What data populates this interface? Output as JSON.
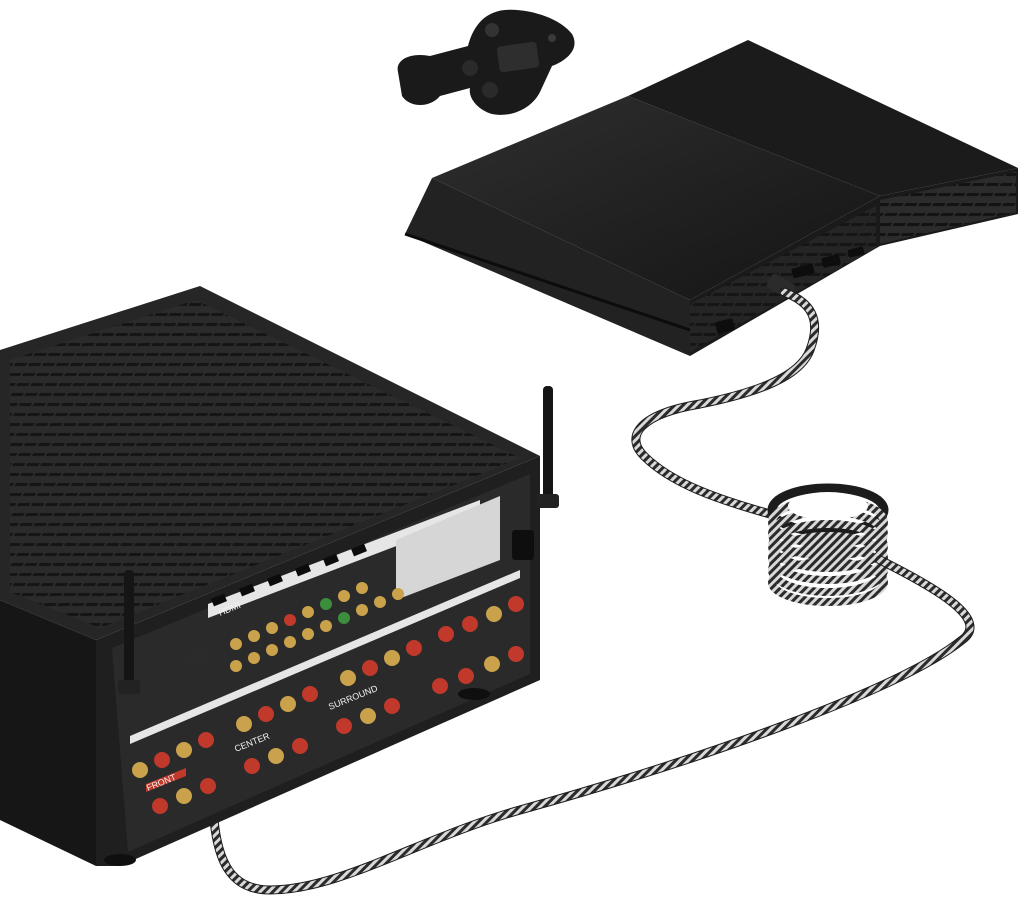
{
  "scene": {
    "labels": {
      "front_channel": "FRONT",
      "center_channel": "CENTER",
      "surround_channel": "SURROUND",
      "hdmi_input": "HDMI"
    },
    "colors": {
      "background": "#ffffff",
      "device_body": "#1f1f1f",
      "device_highlight": "#3a3a3a",
      "rear_panel": "#2a2a2a",
      "binding_post_red": "#c0392b",
      "binding_post_gold": "#c9a24b",
      "cable_light": "#d9d9d9",
      "cable_dark": "#2b2b2b"
    },
    "icons": [
      "game-controller",
      "game-console",
      "av-receiver",
      "wireless-antenna",
      "braided-hdmi-cable",
      "cable-coil"
    ]
  }
}
